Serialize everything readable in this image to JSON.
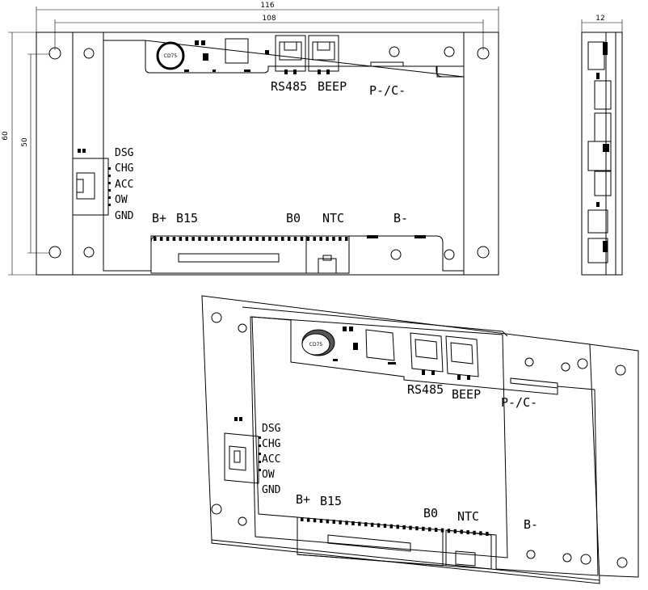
{
  "dimensions": {
    "width_outer": "116",
    "width_inner": "108",
    "height_outer": "60",
    "height_inner": "50",
    "side_thickness": "12"
  },
  "components": {
    "capacitor": "CD75"
  },
  "connectors": {
    "rs485": "RS485",
    "beep": "BEEP",
    "pc": "P-/C-",
    "dsg": "DSG",
    "chg": "CHG",
    "acc": "ACC",
    "ow": "OW",
    "gnd": "GND",
    "bplus": "B+",
    "b15": "B15",
    "b0": "B0",
    "ntc": "NTC",
    "bminus": "B-"
  }
}
